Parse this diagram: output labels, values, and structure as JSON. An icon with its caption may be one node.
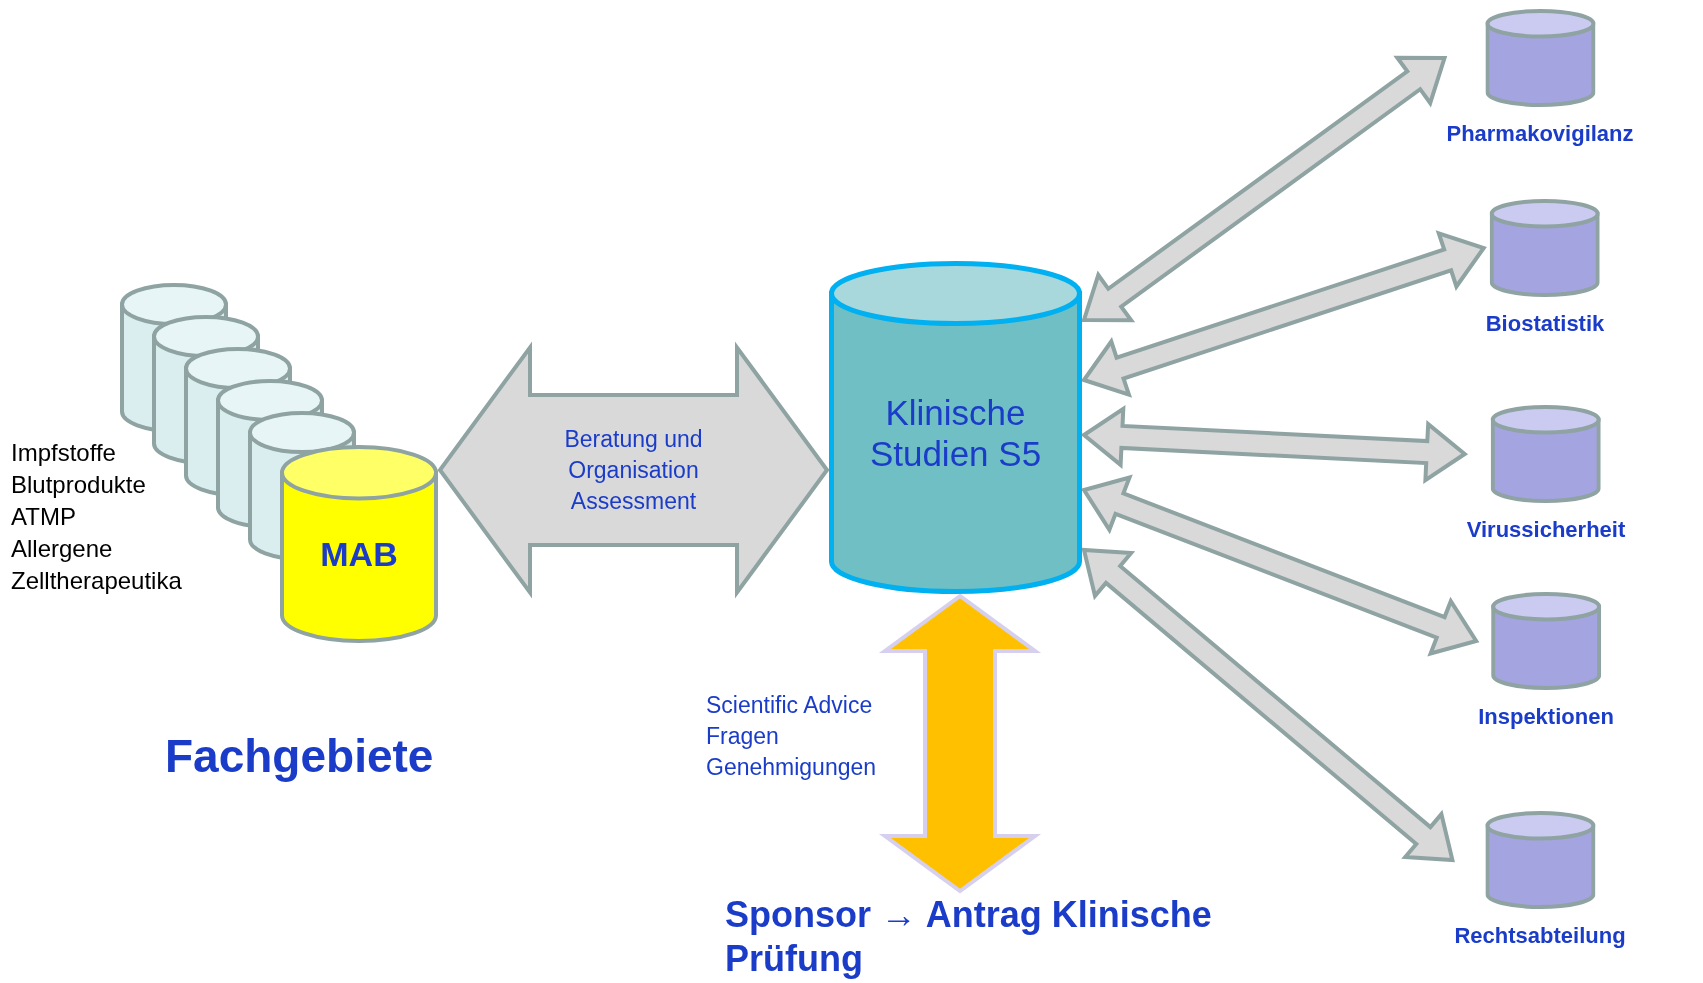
{
  "diagram": {
    "nodes": [
      {
        "text": [],
        "shape": "cylinder"
      },
      {
        "text": [],
        "shape": "cylinder"
      },
      {
        "text": [],
        "shape": "cylinder"
      },
      {
        "text": [],
        "shape": "cylinder"
      },
      {
        "text": [],
        "shape": "cylinder"
      },
      {
        "text": [
          "MAB"
        ]
      },
      {
        "text": [
          "Klinische Studien S5"
        ]
      },
      {
        "text": [
          "Pharmakovigilanz"
        ]
      },
      {
        "text": [
          "Biostatistik"
        ]
      },
      {
        "text": [
          "Virussicherheit"
        ]
      },
      {
        "text": [
          "Inspektionen"
        ]
      },
      {
        "text": [
          "Rechtsabteilung"
        ]
      },
      {
        "text": [
          "Sponsor → Antrag Klinische Prüfung"
        ]
      }
    ],
    "edges": [
      {
        "from": 5,
        "to": 6,
        "arrow": "both",
        "label": "Beratung und Organisation Assessment",
        "style": "thick"
      },
      {
        "from": 6,
        "to": 7,
        "arrow": "both"
      },
      {
        "from": 6,
        "to": 8,
        "arrow": "both"
      },
      {
        "from": 6,
        "to": 9,
        "arrow": "both"
      },
      {
        "from": 6,
        "to": 10,
        "arrow": "both"
      },
      {
        "from": 6,
        "to": 11,
        "arrow": "both"
      },
      {
        "from": 6,
        "to": 12,
        "arrow": "both",
        "label": "Scientific Advice Fragen Genehmigungen",
        "style": "thick",
        "color": "#ffc000"
      }
    ],
    "labels": [
      "Impfstoffe",
      "Blutprodukte",
      "ATMP",
      "Allergene",
      "Zelltherapeutika",
      "Fachgebiete"
    ]
  }
}
